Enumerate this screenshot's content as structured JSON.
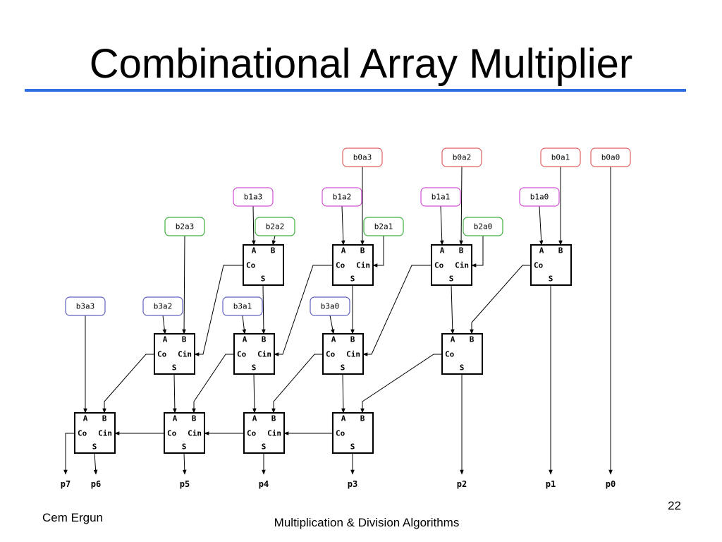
{
  "slide": {
    "title": "Combinational Array Multiplier",
    "author": "Cem Ergun",
    "subtitle": "Multiplication & Division Algorithms",
    "page_number": "22"
  },
  "colors": {
    "rule": "#2f6fdf",
    "row0": "#e06060",
    "row1": "#d050d0",
    "row2": "#40b040",
    "row3": "#6060c0"
  },
  "diagram": {
    "inputs": [
      {
        "id": "b0a3",
        "label": "b0a3",
        "row": 0
      },
      {
        "id": "b0a2",
        "label": "b0a2",
        "row": 0
      },
      {
        "id": "b0a1",
        "label": "b0a1",
        "row": 0
      },
      {
        "id": "b0a0",
        "label": "b0a0",
        "row": 0
      },
      {
        "id": "b1a3",
        "label": "b1a3",
        "row": 1
      },
      {
        "id": "b1a2",
        "label": "b1a2",
        "row": 1
      },
      {
        "id": "b1a1",
        "label": "b1a1",
        "row": 1
      },
      {
        "id": "b1a0",
        "label": "b1a0",
        "row": 1
      },
      {
        "id": "b2a3",
        "label": "b2a3",
        "row": 2
      },
      {
        "id": "b2a2",
        "label": "b2a2",
        "row": 2
      },
      {
        "id": "b2a1",
        "label": "b2a1",
        "row": 2
      },
      {
        "id": "b2a0",
        "label": "b2a0",
        "row": 2
      },
      {
        "id": "b3a3",
        "label": "b3a3",
        "row": 3
      },
      {
        "id": "b3a2",
        "label": "b3a2",
        "row": 3
      },
      {
        "id": "b3a1",
        "label": "b3a1",
        "row": 3
      },
      {
        "id": "b3a0",
        "label": "b3a0",
        "row": 3
      }
    ],
    "adders": [
      {
        "id": "r1c0",
        "cin": false
      },
      {
        "id": "r1c1",
        "cin": true
      },
      {
        "id": "r1c2",
        "cin": true
      },
      {
        "id": "r1c3",
        "cin": false
      },
      {
        "id": "r2c0",
        "cin": true
      },
      {
        "id": "r2c1",
        "cin": true
      },
      {
        "id": "r2c2",
        "cin": true
      },
      {
        "id": "r2c3",
        "cin": false
      },
      {
        "id": "r3c0",
        "cin": true
      },
      {
        "id": "r3c1",
        "cin": true
      },
      {
        "id": "r3c2",
        "cin": true
      },
      {
        "id": "r3c3",
        "cin": false
      }
    ],
    "port_labels": {
      "a": "A",
      "b": "B",
      "co": "Co",
      "cin": "Cin",
      "s": "S"
    },
    "outputs": [
      {
        "id": "p7",
        "label": "p7"
      },
      {
        "id": "p6",
        "label": "p6"
      },
      {
        "id": "p5",
        "label": "p5"
      },
      {
        "id": "p4",
        "label": "p4"
      },
      {
        "id": "p3",
        "label": "p3"
      },
      {
        "id": "p2",
        "label": "p2"
      },
      {
        "id": "p1",
        "label": "p1"
      },
      {
        "id": "p0",
        "label": "p0"
      }
    ]
  }
}
